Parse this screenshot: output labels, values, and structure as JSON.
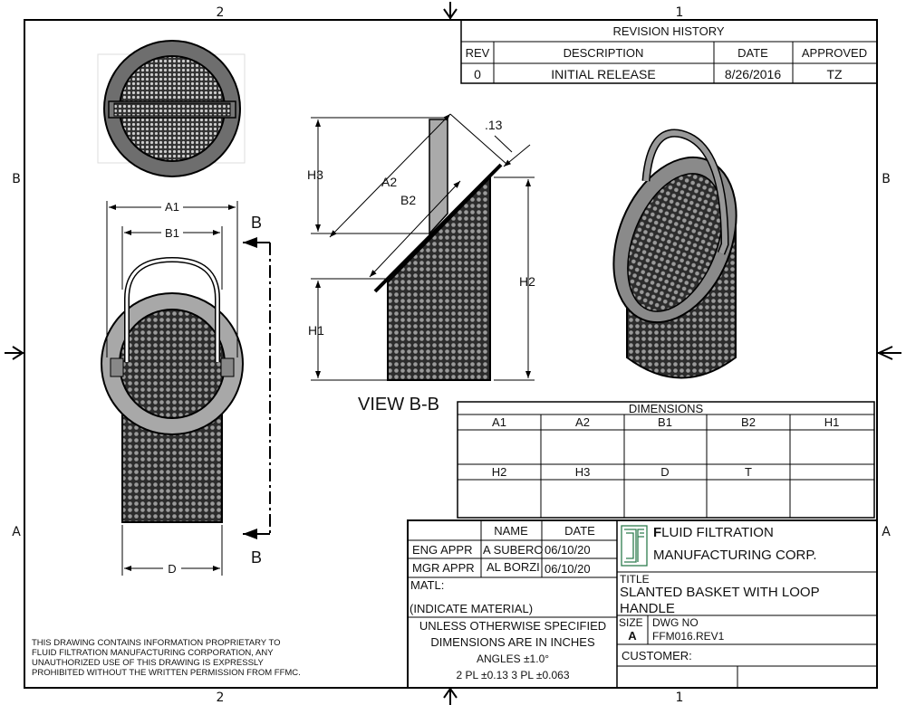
{
  "frame": {
    "zones_top": [
      "2",
      "1"
    ],
    "zones_side": [
      "B",
      "A"
    ]
  },
  "revision_history": {
    "title": "REVISION HISTORY",
    "headers": [
      "REV",
      "DESCRIPTION",
      "DATE",
      "APPROVED"
    ],
    "rows": [
      [
        "0",
        "INITIAL RELEASE",
        "8/26/2016",
        "TZ"
      ]
    ]
  },
  "views": {
    "section_label": "B",
    "view_title": "VIEW B-B",
    "dims_front": [
      "A1",
      "B1",
      "D"
    ],
    "dims_section": {
      "h3": "H3",
      "a2": "A2",
      "b2": "B2",
      "h1": "H1",
      "h2": "H2",
      "thk": ".13"
    }
  },
  "dimensions_table": {
    "title": "DIMENSIONS",
    "row1": [
      "A1",
      "A2",
      "B1",
      "B2",
      "H1"
    ],
    "row2": [
      "H2",
      "H3",
      "D",
      "T"
    ]
  },
  "title_block": {
    "name_header": "NAME",
    "date_header": "DATE",
    "approvals": [
      {
        "role": "ENG APPR",
        "name": "A SUBERO",
        "date": "06/10/20"
      },
      {
        "role": "MGR APPR",
        "name": "AL BORZI",
        "date": "06/10/20"
      }
    ],
    "matl_label": "MATL:",
    "matl_value": "(INDICATE MATERIAL)",
    "notes": [
      "UNLESS OTHERWISE SPECIFIED",
      "DIMENSIONS ARE IN INCHES",
      "ANGLES ±1.0°",
      "2 PL ±0.13 3 PL ±0.063"
    ],
    "company_first": "F",
    "company_line1_rest": "LUID FILTRATION",
    "company_line2": "MANUFACTURING CORP.",
    "title_label": "TITLE",
    "title_line1": "SLANTED BASKET WITH LOOP",
    "title_line2": "HANDLE",
    "size_label": "SIZE",
    "size_value": "A",
    "dwg_label": "DWG NO",
    "dwg_value": "FFM016.REV1",
    "customer_label": "CUSTOMER:"
  },
  "disclaimer": [
    "THIS DRAWING CONTAINS INFORMATION PROPRIETARY TO",
    "FLUID FILTRATION MANUFACTURING CORPORATION, ANY",
    "UNAUTHORIZED USE OF THIS DRAWING IS EXPRESSLY",
    "PROHIBITED WITHOUT THE WRITTEN PERMISSION FROM FFMC."
  ],
  "colors": {
    "logo": "#2e7d4f",
    "mesh_dark": "#3a3a3a",
    "rim": "#8a8a8a"
  }
}
